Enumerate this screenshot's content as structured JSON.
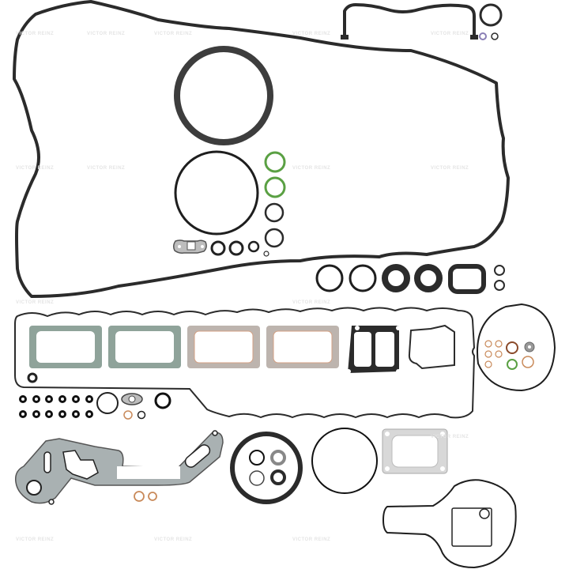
{
  "image": {
    "subject": "Engine full gasket set (product photo)",
    "watermark_text": "VICTOR REINZ",
    "background": "#ffffff"
  },
  "colors": {
    "rubber_black": "#2b2b2b",
    "green_oring": "#5aa043",
    "copper": "#c98a5a",
    "graphite_gasket": "#8fa39a",
    "metal_gasket": "#bdb4ae",
    "steel_gasket": "#d8d8d8",
    "purple_oring": "#8a7fb5"
  },
  "parts": [
    {
      "name": "oil-pan-gasket",
      "label": "Oil pan gasket (large black profile)"
    },
    {
      "name": "breather-hose-gasket",
      "label": "Breather channel gasket (top)"
    },
    {
      "name": "crankshaft-seal-rear",
      "label": "Rear crankshaft seal"
    },
    {
      "name": "large-o-ring",
      "label": "Large O-ring"
    },
    {
      "name": "green-o-rings",
      "label": "Green O-rings x2"
    },
    {
      "name": "small-o-rings",
      "label": "Small O-rings"
    },
    {
      "name": "turbo-oil-flange-gasket",
      "label": "Turbo oil flange gasket"
    },
    {
      "name": "shaft-seals-row",
      "label": "Shaft seals / O-rings row"
    },
    {
      "name": "valve-cover-gasket",
      "label": "Valve cover gasket"
    },
    {
      "name": "intake-manifold-gaskets",
      "label": "Intake manifold gaskets x2 (graphite)"
    },
    {
      "name": "exhaust-manifold-gaskets",
      "label": "Exhaust manifold gaskets x2 (metal)"
    },
    {
      "name": "egr-gasket",
      "label": "EGR flange gasket (black)"
    },
    {
      "name": "thermostat-gasket",
      "label": "Thermostat housing gasket"
    },
    {
      "name": "injector-o-rings",
      "label": "Injector O-rings x12"
    },
    {
      "name": "oil-cooler-gasket",
      "label": "Oil cooler gasket"
    },
    {
      "name": "front-crank-seal-kit",
      "label": "Front crankshaft seal with small seals"
    },
    {
      "name": "turbo-outlet-gasket",
      "label": "Turbocharger outlet gasket (steel)"
    },
    {
      "name": "water-pump-gasket",
      "label": "Water pump / timing cover gasket"
    },
    {
      "name": "copper-washers-kit",
      "label": "Copper washers & O-ring kit in loop"
    }
  ]
}
